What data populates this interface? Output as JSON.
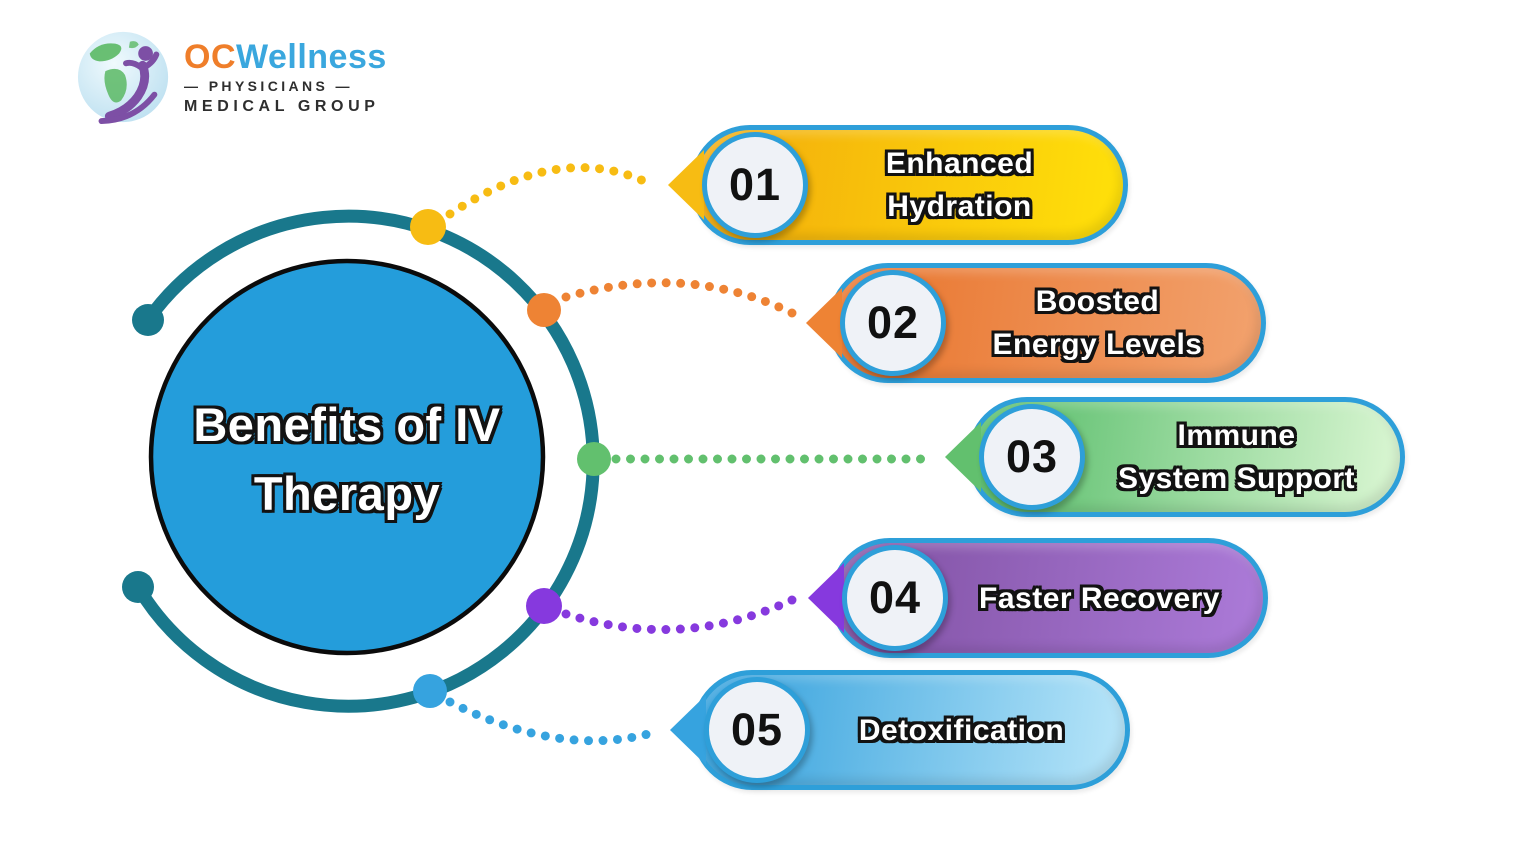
{
  "logo": {
    "oc": "OC",
    "wellness": "Wellness",
    "physicians": "— PHYSICIANS —",
    "medical_group": "MEDICAL GROUP"
  },
  "center": {
    "title_line1": "Benefits of IV",
    "title_line2": "Therapy"
  },
  "benefits": [
    {
      "number": "01",
      "line1": "Enhanced",
      "line2": "Hydration"
    },
    {
      "number": "02",
      "line1": "Boosted",
      "line2": "Energy Levels"
    },
    {
      "number": "03",
      "line1": "Immune",
      "line2": "System Support"
    },
    {
      "number": "04",
      "line1": "Faster Recovery",
      "line2": ""
    },
    {
      "number": "05",
      "line1": "Detoxification",
      "line2": ""
    }
  ],
  "colors": {
    "ring": "#19788C",
    "circle": "#249DDB",
    "circle-border": "#0B0B0B",
    "pill-border": "#2E9FD9",
    "badge-bg": "#EFF2F7",
    "b1-from": "#F2A90C",
    "b1-to": "#FFE10A",
    "b1-solid": "#F7BC13",
    "b2-from": "#E8732A",
    "b2-to": "#F2A26E",
    "b2-solid": "#EE8334",
    "b3-from": "#4FB963",
    "b3-to": "#DCF7D4",
    "b3-solid": "#62C06E",
    "b4-from": "#7E4FA0",
    "b4-to": "#AC7BD9",
    "b4-solid": "#8639DE",
    "b5-from": "#2D9DDB",
    "b5-to": "#B9E6F9",
    "b5-solid": "#36A3DF",
    "logo-oc": "#EF7E2A",
    "logo-wellness": "#3AA7DE",
    "logo-dark": "#2E2E2E",
    "globe-sea": "#CDE9F6",
    "globe-land": "#5BB964",
    "logo-figure": "#7D4FA5"
  }
}
